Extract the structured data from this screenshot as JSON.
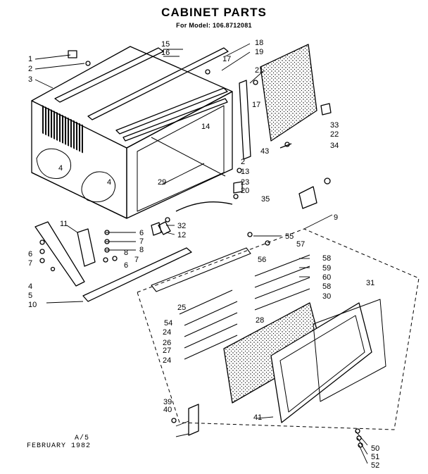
{
  "title": "CABINET PARTS",
  "subtitle": "For Model: 106.8712081",
  "footer": {
    "code": "A/5",
    "date": "FEBRUARY 1982"
  },
  "callouts": [
    "1",
    "2",
    "3",
    "4",
    "4",
    "15",
    "16",
    "18",
    "19",
    "17",
    "21",
    "17",
    "14",
    "2",
    "13",
    "23",
    "20",
    "43",
    "33",
    "22",
    "34",
    "35",
    "29",
    "11",
    "6",
    "7",
    "8",
    "32",
    "12",
    "6",
    "7",
    "8",
    "4",
    "5",
    "6",
    "7",
    "10",
    "9",
    "55",
    "57",
    "56",
    "58",
    "59",
    "60",
    "58",
    "30",
    "31",
    "25",
    "54",
    "24",
    "26",
    "27",
    "24",
    "28",
    "39",
    "40",
    "41",
    "50",
    "51",
    "52"
  ]
}
